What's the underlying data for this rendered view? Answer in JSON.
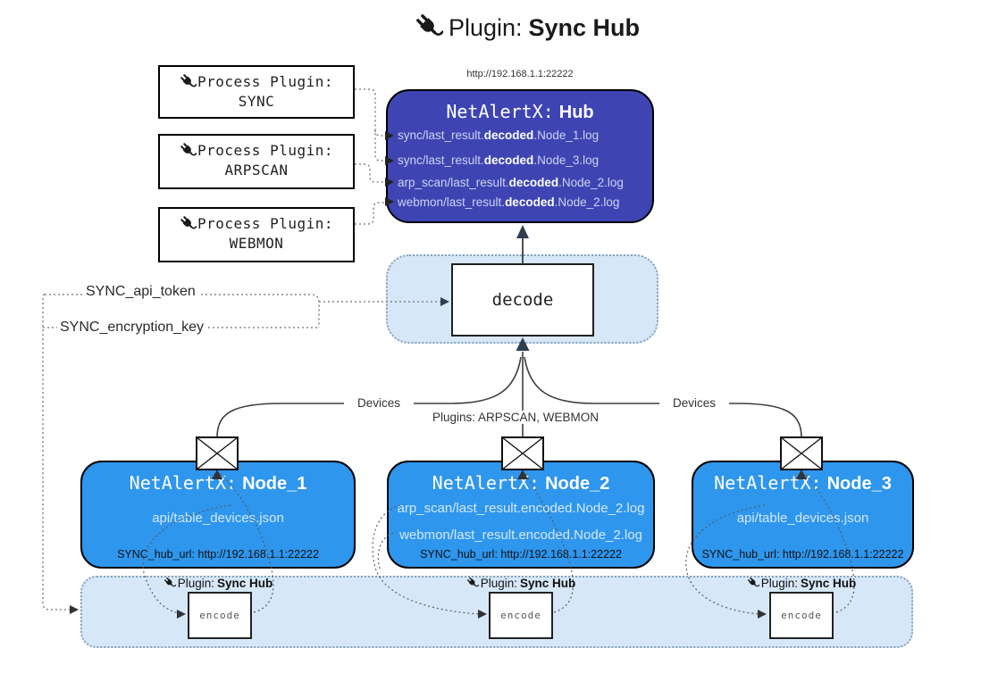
{
  "title": {
    "prefix": "Plugin:",
    "name": "Sync Hub"
  },
  "hub": {
    "url": "http://192.168.1.1:22222",
    "name_prefix": "NetAlertX:",
    "name": "Hub",
    "log_lines": [
      {
        "pre": "sync/last_result.",
        "bold": "decoded",
        "post": ".Node_1.log"
      },
      {
        "pre": "sync/last_result.",
        "bold": "decoded",
        "post": ".Node_3.log"
      },
      {
        "pre": "arp_scan/last_result.",
        "bold": "decoded",
        "post": ".Node_2.log"
      },
      {
        "pre": "webmon/last_result.",
        "bold": "decoded",
        "post": ".Node_2.log"
      }
    ]
  },
  "process_plugins": [
    {
      "label": "Process Plugin:",
      "name": "SYNC"
    },
    {
      "label": "Process Plugin:",
      "name": "ARPSCAN"
    },
    {
      "label": "Process Plugin:",
      "name": "WEBMON"
    }
  ],
  "decode_label": "decode",
  "encode_label": "encode",
  "settings": {
    "api_token": "SYNC_api_token",
    "encryption_key": "SYNC_encryption_key"
  },
  "edge_labels": {
    "devices_left": "Devices",
    "plugins_mid": "Plugins: ARPSCAN, WEBMON",
    "devices_right": "Devices"
  },
  "nodes": [
    {
      "name_prefix": "NetAlertX:",
      "name": "Node_1",
      "files": [
        "api/table_devices.json"
      ],
      "hub_url": "SYNC_hub_url: http://192.168.1.1:22222"
    },
    {
      "name_prefix": "NetAlertX:",
      "name": "Node_2",
      "files": [
        "arp_scan/last_result.encoded.Node_2.log",
        "webmon/last_result.encoded.Node_2.log"
      ],
      "hub_url": "SYNC_hub_url: http://192.168.1.1:22222"
    },
    {
      "name_prefix": "NetAlertX:",
      "name": "Node_3",
      "files": [
        "api/table_devices.json"
      ],
      "hub_url": "SYNC_hub_url: http://192.168.1.1:22222"
    }
  ],
  "sync_plugin_badge": {
    "prefix": "Plugin:",
    "name": "Sync Hub"
  },
  "colors": {
    "hub_box": "#3E45B2",
    "node_box": "#2E96ED",
    "panel": "#D6E8F8"
  }
}
